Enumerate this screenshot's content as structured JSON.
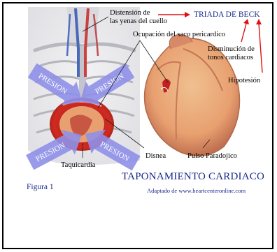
{
  "labels": {
    "distension": [
      "Distensión de",
      "las yenas del cuello"
    ],
    "triad": "TRIADA DE BECK",
    "ocupacion": "Ocupación del saco pericardico",
    "disminucion": [
      "Disminución de",
      "tonos cardiacos"
    ],
    "hipotension": "Hipotesión",
    "presion": "PRESION",
    "disnea": "Disnea",
    "pulso": "Pulso Paradojico",
    "taquicardia": "Taquicardia"
  },
  "caption": {
    "figure": "Figura 1",
    "title": "TAPONAMIENTO CARDIACO",
    "source": "Adaptado de www.heartcenteronline.com"
  },
  "colors": {
    "text_blue": "#1a2a8a",
    "arrow_red": "#e01010",
    "pressure_arrow": "#8f8fe8",
    "heart_red": "#c8201a"
  }
}
